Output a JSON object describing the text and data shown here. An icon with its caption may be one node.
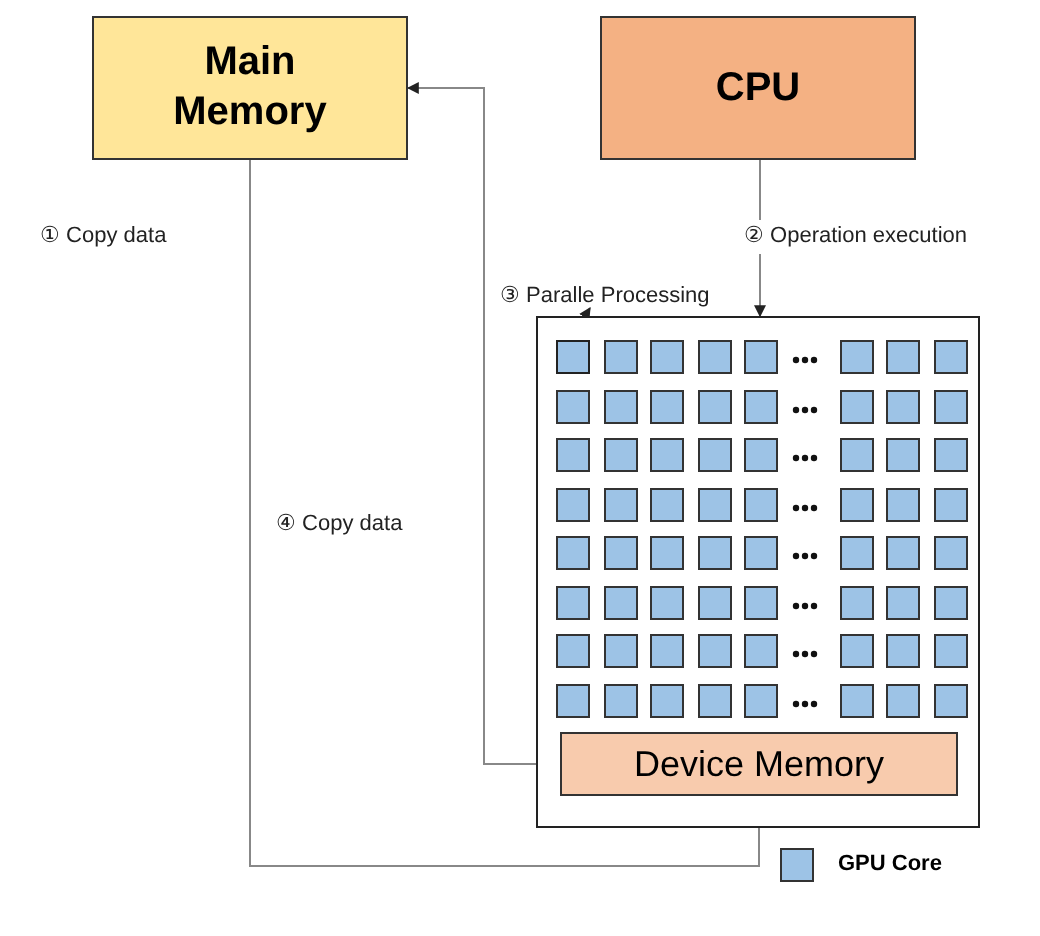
{
  "diagram": {
    "nodes": [
      {
        "text": [
          "Main Memory"
        ]
      },
      {
        "text": [
          "CPU"
        ]
      },
      {
        "text": [],
        "shape": "box"
      },
      {
        "text": [
          "Device Memory"
        ],
        "in": 2
      },
      {
        "text": [
          "③ Paralle Processing"
        ]
      },
      {
        "text": [],
        "shape": "box",
        "in": 2
      }
    ],
    "edges": [
      {
        "from": 0,
        "to": 3,
        "arrow": "to",
        "label": "① Copy data"
      },
      {
        "from": 1,
        "to": 2,
        "arrow": "to",
        "label": "② Operation execution"
      },
      {
        "from": 3,
        "to": 0,
        "arrow": "to",
        "label": "④ Copy data"
      },
      {
        "from": 5,
        "to": 4,
        "arrow": "to"
      }
    ],
    "legend": [
      {
        "text": "GPU Core",
        "color": "#9dc3e6"
      }
    ]
  }
}
